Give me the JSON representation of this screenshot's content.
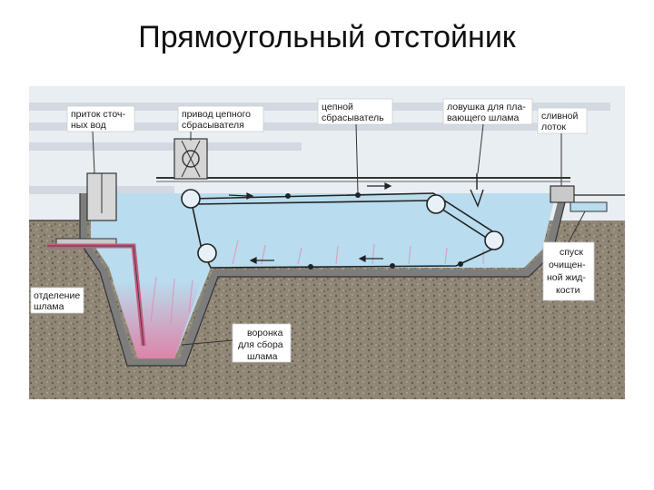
{
  "slide": {
    "title": "Прямоугольный отстойник"
  },
  "diagram": {
    "labels": {
      "inflow": [
        "приток сточ-",
        "ных вод"
      ],
      "chain_drive": [
        "привод цепного",
        "сбрасывателя"
      ],
      "chain_scraper": [
        "цепной",
        "сбрасыватель"
      ],
      "scum_trap": [
        "ловушка для пла-",
        "вающего шлама"
      ],
      "overflow_trough": [
        "сливной",
        "лоток"
      ],
      "clarified_outlet": [
        "спуск",
        "очищен-",
        "ной жид-",
        "кости"
      ],
      "sludge_removal": [
        "отделение",
        "шлама"
      ],
      "sludge_hopper": [
        "воронка",
        "для сбора",
        "шлама"
      ]
    },
    "colors": {
      "water": "#b9dcee",
      "ground": "#8b8172",
      "sludge": "#e58aa8",
      "frame": "#333333"
    }
  }
}
